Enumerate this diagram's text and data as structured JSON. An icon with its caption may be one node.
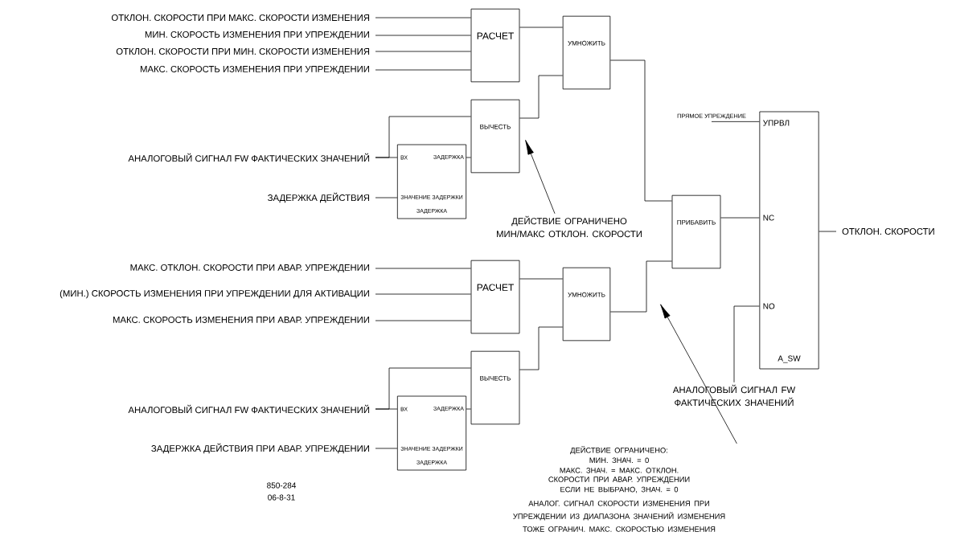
{
  "diagram": {
    "nodes": [
      {
        "text": [
          "ОТКЛОН. СКОРОСТИ ПРИ МАКС. СКОРОСТИ ИЗМЕНЕНИЯ"
        ]
      },
      {
        "text": [
          "МИН. СКОРОСТЬ ИЗМЕНЕНИЯ ПРИ УПРЕЖДЕНИИ"
        ]
      },
      {
        "text": [
          "ОТКЛОН. СКОРОСТИ ПРИ МИН. СКОРОСТИ ИЗМЕНЕНИЯ"
        ]
      },
      {
        "text": [
          "МАКС. СКОРОСТЬ ИЗМЕНЕНИЯ ПРИ УПРЕЖДЕНИИ"
        ]
      },
      {
        "text": [
          "РАСЧЕТ"
        ]
      },
      {
        "text": [
          "УМНОЖИТЬ"
        ]
      },
      {
        "text": [
          "ВЫЧЕСТЬ"
        ]
      },
      {
        "text": [
          "АНАЛОГОВЫЙ СИГНАЛ FW ФАКТИЧЕСКИХ ЗНАЧЕНИЙ"
        ]
      },
      {
        "text": [
          "ЗАДЕРЖКА ДЕЙСТВИЯ"
        ]
      },
      {
        "text": [
          "ВХ",
          "ЗАДЕРЖКА",
          "ЗНАЧЕНИЕ ЗАДЕРЖКИ",
          "ЗАДЕРЖКА"
        ]
      },
      {
        "text": [
          "ДЕЙСТВИЕ ОГРАНИЧЕНО МИН/МАКС ОТКЛОН. СКОРОСТИ"
        ]
      },
      {
        "text": [
          "ПРИБАВИТЬ"
        ]
      },
      {
        "text": [
          "ПРЯМОЕ УПРЕЖДЕНИЕ"
        ]
      },
      {
        "text": [
          "УПРВЛ",
          "NC",
          "NO",
          "A_SW"
        ]
      },
      {
        "text": [
          "ОТКЛОН. СКОРОСТИ"
        ]
      },
      {
        "text": [
          "МАКС. ОТКЛОН. СКОРОСТИ ПРИ АВАР. УПРЕЖДЕНИИ"
        ]
      },
      {
        "text": [
          "(МИН.) СКОРОСТЬ ИЗМЕНЕНИЯ ПРИ УПРЕЖДЕНИИ ДЛЯ АКТИВАЦИИ"
        ]
      },
      {
        "text": [
          "МАКС. СКОРОСТЬ ИЗМЕНЕНИЯ ПРИ АВАР. УПРЕЖДЕНИИ"
        ]
      },
      {
        "text": [
          "РАСЧЕТ"
        ]
      },
      {
        "text": [
          "УМНОЖИТЬ"
        ]
      },
      {
        "text": [
          "ВЫЧЕСТЬ"
        ]
      },
      {
        "text": [
          "АНАЛОГОВЫЙ СИГНАЛ FW ФАКТИЧЕСКИХ ЗНАЧЕНИЙ"
        ]
      },
      {
        "text": [
          "ЗАДЕРЖКА ДЕЙСТВИЯ ПРИ АВАР. УПРЕЖДЕНИИ"
        ]
      },
      {
        "text": [
          "ВХ",
          "ЗАДЕРЖКА",
          "ЗНАЧЕНИЕ ЗАДЕРЖКИ",
          "ЗАДЕРЖКА"
        ]
      },
      {
        "text": [
          "АНАЛОГОВЫЙ СИГНАЛ FW ФАКТИЧЕСКИХ ЗНАЧЕНИЙ"
        ]
      },
      {
        "text": [
          "ДЕЙСТВИЕ ОГРАНИЧЕНО:",
          "МИН. ЗНАЧ. = 0",
          "МАКС. ЗНАЧ. = МАКС. ОТКЛОН. СКОРОСТИ ПРИ АВАР. УПРЕЖДЕНИИ",
          "ЕСЛИ НЕ ВЫБРАНО, ЗНАЧ. = 0",
          "АНАЛОГ. СИГНАЛ СКОРОСТИ ИЗМЕНЕНИЯ ПРИ УПРЕЖДЕНИИ ИЗ ДИАПАЗОНА ЗНАЧЕНИЙ ИЗМЕНЕНИЯ ТОЖЕ ОГРАНИЧ. МАКС. СКОРОСТЬЮ ИЗМЕНЕНИЯ"
        ]
      }
    ],
    "edges": [
      {
        "from": 0,
        "to": 4,
        "arrow": "none"
      },
      {
        "from": 1,
        "to": 4,
        "arrow": "none"
      },
      {
        "from": 2,
        "to": 4,
        "arrow": "none"
      },
      {
        "from": 3,
        "to": 4,
        "arrow": "none"
      },
      {
        "from": 4,
        "to": 5,
        "arrow": "none"
      },
      {
        "from": 6,
        "to": 5,
        "arrow": "none"
      },
      {
        "from": 7,
        "to": 9,
        "arrow": "none"
      },
      {
        "from": 7,
        "to": 6,
        "arrow": "none"
      },
      {
        "from": 9,
        "to": 6,
        "arrow": "none"
      },
      {
        "from": 8,
        "to": 9,
        "arrow": "none"
      },
      {
        "from": 5,
        "to": 11,
        "arrow": "none"
      },
      {
        "from": 10,
        "to": 6,
        "arrow": "to"
      },
      {
        "from": 12,
        "to": 13,
        "arrow": "none"
      },
      {
        "from": 11,
        "to": 13,
        "arrow": "none"
      },
      {
        "from": 19,
        "to": 11,
        "arrow": "none"
      },
      {
        "from": 13,
        "to": 14,
        "arrow": "none"
      },
      {
        "from": 24,
        "to": 13,
        "arrow": "none"
      },
      {
        "from": 15,
        "to": 18,
        "arrow": "none"
      },
      {
        "from": 16,
        "to": 18,
        "arrow": "none"
      },
      {
        "from": 17,
        "to": 18,
        "arrow": "none"
      },
      {
        "from": 18,
        "to": 19,
        "arrow": "none"
      },
      {
        "from": 20,
        "to": 19,
        "arrow": "none"
      },
      {
        "from": 21,
        "to": 23,
        "arrow": "none"
      },
      {
        "from": 21,
        "to": 20,
        "arrow": "none"
      },
      {
        "from": 23,
        "to": 20,
        "arrow": "none"
      },
      {
        "from": 22,
        "to": 23,
        "arrow": "none"
      },
      {
        "from": 25,
        "to": null,
        "arrow": "to"
      }
    ],
    "labels": [
      "850-284",
      "06-8-31"
    ]
  }
}
